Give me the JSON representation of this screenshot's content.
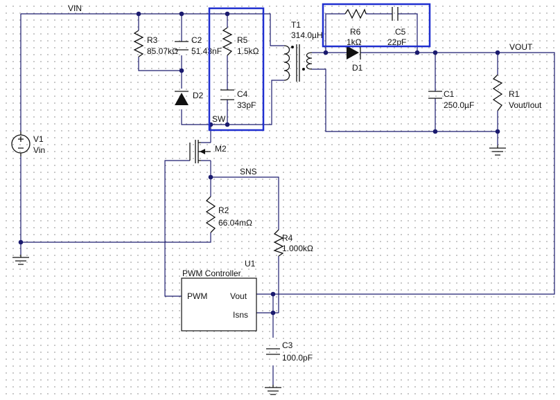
{
  "nets": {
    "vin": "VIN",
    "vout": "VOUT",
    "sw": "SW",
    "sns": "SNS"
  },
  "components": {
    "v1": {
      "ref": "V1",
      "value": "Vin"
    },
    "r3": {
      "ref": "R3",
      "value": "85.07kΩ"
    },
    "c2": {
      "ref": "C2",
      "value": "51.43nF"
    },
    "d2": {
      "ref": "D2"
    },
    "r5": {
      "ref": "R5",
      "value": "1.5kΩ"
    },
    "c4": {
      "ref": "C4",
      "value": "33pF"
    },
    "t1": {
      "ref": "T1",
      "value": "314.0µH"
    },
    "r6": {
      "ref": "R6",
      "value": "1kΩ"
    },
    "c5": {
      "ref": "C5",
      "value": "22pF"
    },
    "d1": {
      "ref": "D1"
    },
    "c1": {
      "ref": "C1",
      "value": "250.0µF"
    },
    "r1": {
      "ref": "R1",
      "value": "Vout/Iout"
    },
    "m2": {
      "ref": "M2"
    },
    "r2": {
      "ref": "R2",
      "value": "66.04mΩ"
    },
    "r4": {
      "ref": "R4",
      "value": "1.000kΩ"
    },
    "u1": {
      "ref": "U1",
      "value": "PWM Controller",
      "pins": {
        "pwm": "PWM",
        "vout": "Vout",
        "isns": "Isns"
      }
    },
    "c3": {
      "ref": "C3",
      "value": "100.0pF"
    }
  },
  "colors": {
    "wire": "#1a1a6e",
    "highlight": "#1f2fd0",
    "symbol": "#111111"
  }
}
